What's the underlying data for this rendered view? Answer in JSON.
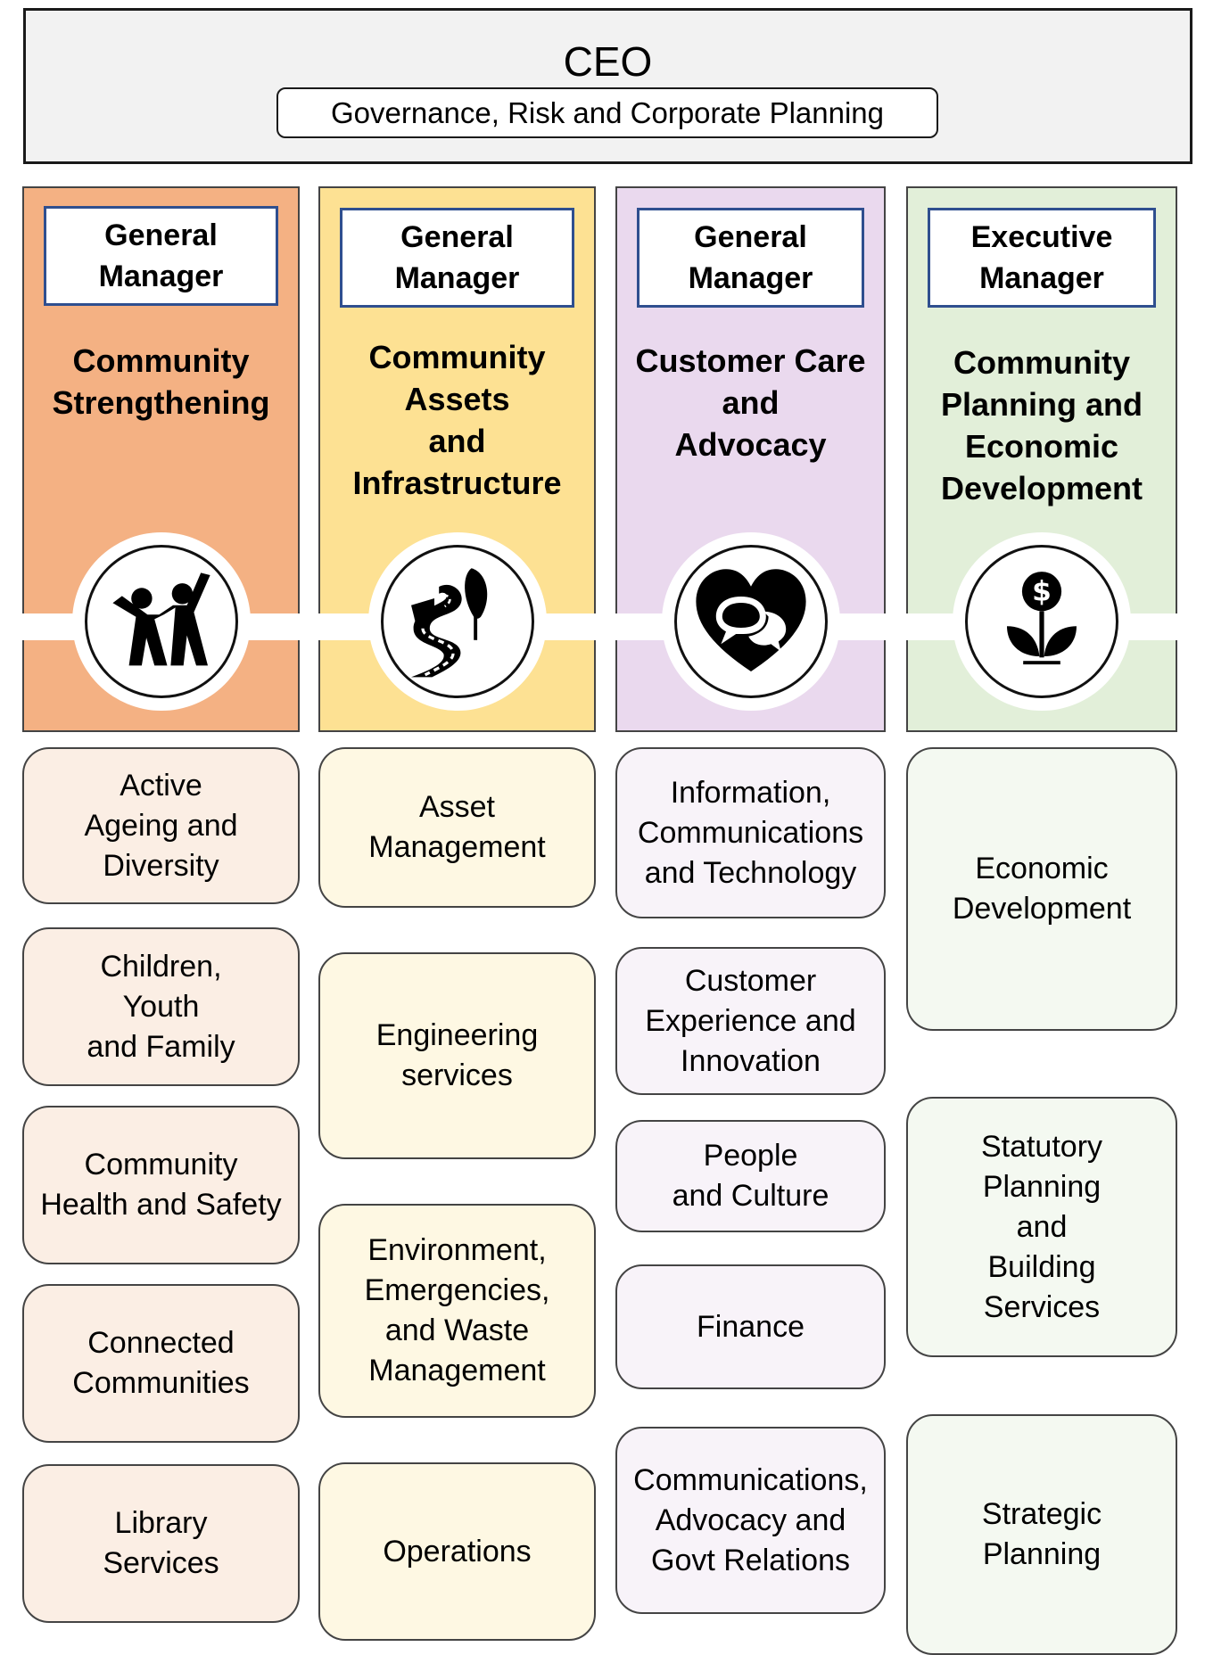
{
  "ceo": {
    "title": "CEO",
    "subtitle": "Governance, Risk and Corporate Planning"
  },
  "columns": [
    {
      "manager": "General\nManager",
      "department": "Community\nStrengthening",
      "icon": "people-icon",
      "color": "#f4b183",
      "unit_color": "#fbeee4",
      "units": [
        "Active\nAgeing and\nDiversity",
        "Children,\nYouth\nand Family",
        "Community\nHealth and Safety",
        "Connected\nCommunities",
        "Library\nServices"
      ]
    },
    {
      "manager": "General\nManager",
      "department": "Community\nAssets\nand\nInfrastructure",
      "icon": "road-icon",
      "color": "#fde193",
      "unit_color": "#fef8e3",
      "units": [
        "Asset\nManagement",
        "Engineering\nservices",
        "Environment,\nEmergencies,\nand Waste\nManagement",
        "Operations"
      ]
    },
    {
      "manager": "General\nManager",
      "department": "Customer Care\nand\nAdvocacy",
      "icon": "heart-chat-icon",
      "color": "#ead9ee",
      "unit_color": "#f8f3f9",
      "units": [
        "Information,\nCommunications\nand Technology",
        "Customer\nExperience and\nInnovation",
        "People\nand Culture",
        "Finance",
        "Communications,\nAdvocacy and\nGovt Relations"
      ]
    },
    {
      "manager": "Executive\nManager",
      "department": "Community\nPlanning and\nEconomic\nDevelopment",
      "icon": "money-plant-icon",
      "color": "#e2efd9",
      "unit_color": "#f4f9f1",
      "units": [
        "Economic\nDevelopment",
        "Statutory\nPlanning\nand\nBuilding\nServices",
        "Strategic\nPlanning"
      ]
    }
  ]
}
